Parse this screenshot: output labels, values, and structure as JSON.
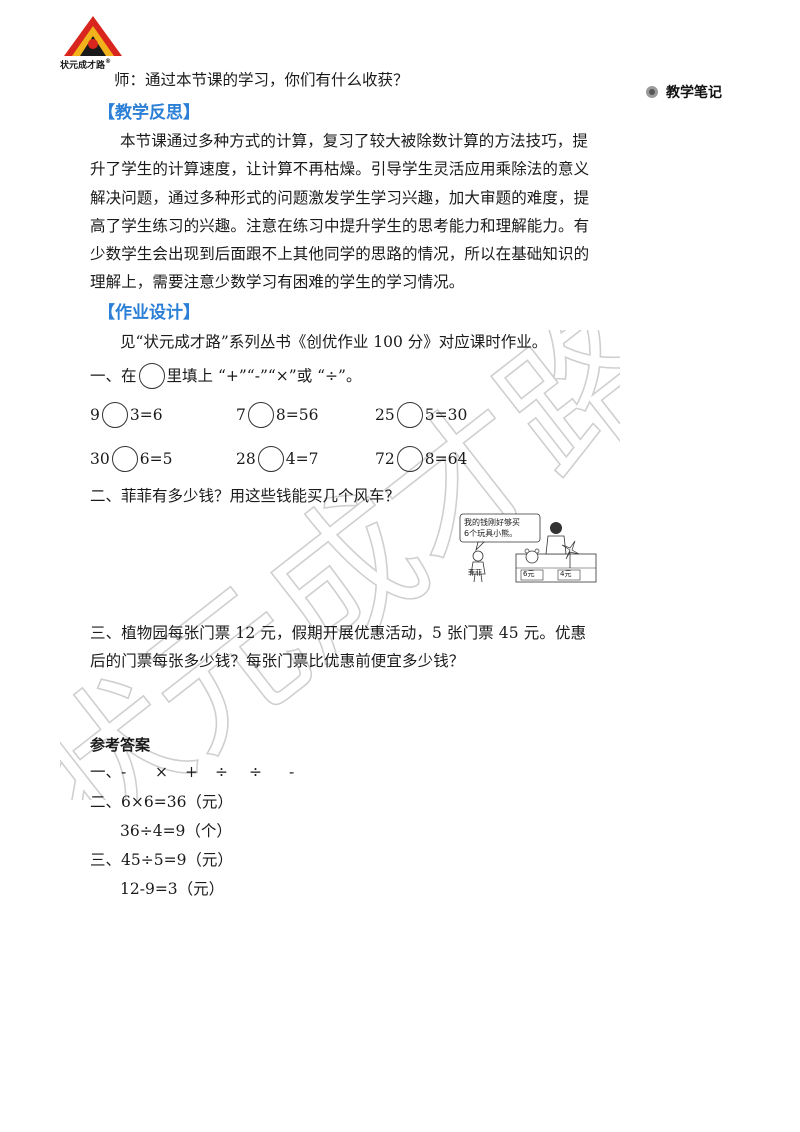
{
  "logo": {
    "text": "状元成才路",
    "reg": "®"
  },
  "watermark": {
    "text": "状元成才路"
  },
  "sidebar": {
    "note_label": "教学笔记"
  },
  "intro_line": "师：通过本节课的学习，你们有什么收获？",
  "reflection": {
    "heading": "【教学反思】",
    "lines": [
      "本节课通过多种方式的计算，复习了较大被除数计算的方法技巧，提",
      "升了学生的计算速度，让计算不再枯燥。引导学生灵活应用乘除法的意义",
      "解决问题，通过多种形式的问题激发学生学习兴趣，加大审题的难度，提",
      "高了学生练习的兴趣。注意在练习中提升学生的思考能力和理解能力。有",
      "少数学生会出现到后面跟不上其他同学的思路的情况，所以在基础知识的",
      "理解上，需要注意少数学习有困难的学生的学习情况。"
    ]
  },
  "homework": {
    "heading": "【作业设计】",
    "intro": "见“状元成才路”系列丛书《创优作业 100 分》对应课时作业。",
    "q1_prefix": "一、在",
    "q1_suffix": "里填上 “+”“-”“×”或 “÷”。",
    "equations": [
      {
        "left": "9",
        "right": "3=6"
      },
      {
        "left": "7",
        "right": "8=56"
      },
      {
        "left": "25",
        "right": "5=30"
      },
      {
        "left": "30",
        "right": "6=5"
      },
      {
        "left": "28",
        "right": "4=7"
      },
      {
        "left": "72",
        "right": "8=64"
      }
    ],
    "q2": "二、菲菲有多少钱？用这些钱能买几个风车？",
    "illustration": {
      "speech": [
        "我的钱刚好够买",
        "6个玩具小熊。"
      ],
      "name": "菲菲",
      "price_bear": "6元",
      "price_windmill": "4元"
    },
    "q3_lines": [
      "三、植物园每张门票 12 元，假期开展优惠活动，5 张门票 45 元。优惠",
      "后的门票每张多少钱？每张门票比优惠前便宜多少钱？"
    ]
  },
  "answers": {
    "title": "参考答案",
    "q1_label": "一、",
    "q1_ops": [
      "-",
      "×",
      "+",
      "÷",
      "÷",
      "-"
    ],
    "q2_label": "二、",
    "q2_lines": [
      "6×6=36（元）",
      "36÷4=9（个）"
    ],
    "q3_label": "三、",
    "q3_lines": [
      "45÷5=9（元）",
      "12-9=3（元）"
    ]
  }
}
